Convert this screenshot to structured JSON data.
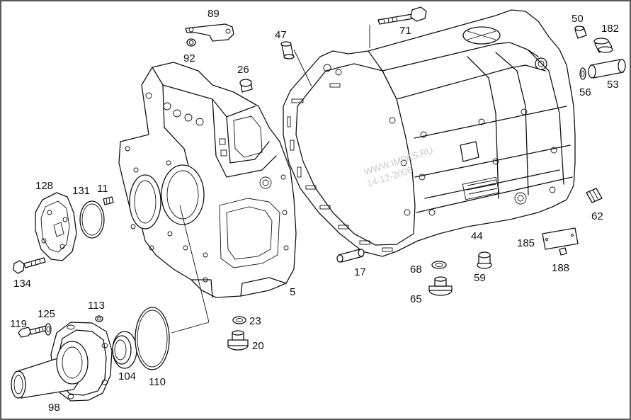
{
  "watermark": {
    "line1": "WWW.IMPAS.RU",
    "line2": "14-12-2006"
  },
  "callouts": {
    "c5": "5",
    "c11": "11",
    "c17": "17",
    "c20": "20",
    "c23": "23",
    "c26": "26",
    "c44": "44",
    "c47": "47",
    "c50": "50",
    "c53": "53",
    "c56": "56",
    "c59": "59",
    "c62": "62",
    "c65": "65",
    "c68": "68",
    "c71": "71",
    "c89": "89",
    "c92": "92",
    "c98": "98",
    "c104": "104",
    "c110": "110",
    "c113": "113",
    "c119": "119",
    "c125": "125",
    "c128": "128",
    "c131": "131",
    "c134": "134",
    "c182": "182",
    "c185": "185",
    "c188": "188"
  }
}
